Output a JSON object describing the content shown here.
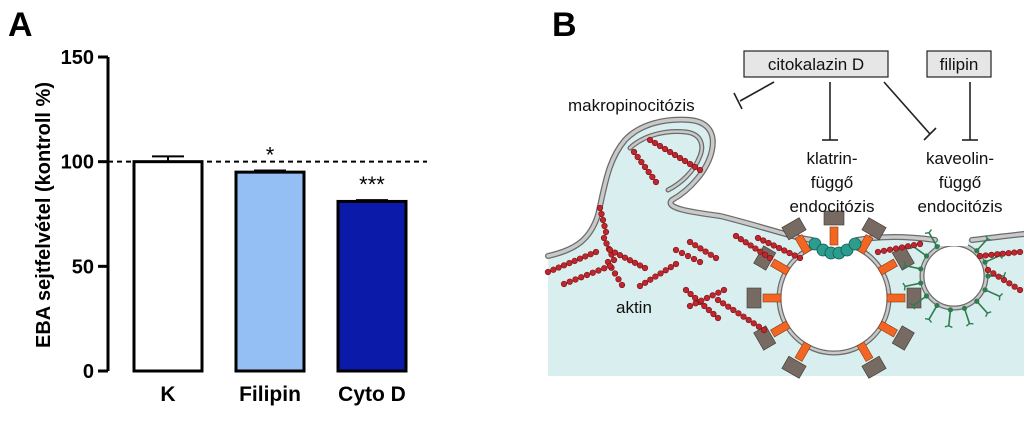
{
  "panel_a_letter": "A",
  "panel_b_letter": "B",
  "chart_data": {
    "type": "bar",
    "title": "",
    "ylabel": "EBA sejtfelvétel (kontroll %)",
    "xlabel": "",
    "ylim": [
      0,
      150
    ],
    "yticks": [
      0,
      50,
      100,
      150
    ],
    "categories": [
      "K",
      "Filipin",
      "Cyto D"
    ],
    "values": [
      100,
      95,
      81
    ],
    "errors": [
      2.5,
      0.8,
      0.6
    ],
    "significance": [
      "",
      "*",
      "***"
    ],
    "reference_line": 100,
    "colors": [
      "#ffffff",
      "#93bff5",
      "#0b1aa8"
    ]
  },
  "diagram": {
    "label_cytochalasin": "citokalazin D",
    "label_filipin": "filipin",
    "label_macropinocytosis": "makropinocitózis",
    "label_clathrin": [
      "klatrin-",
      "függő",
      "endocitózis"
    ],
    "label_caveolin": [
      "kaveolin-",
      "függő",
      "endocitózis"
    ],
    "label_actin": "aktin",
    "colors": {
      "cytoplasm": "#d9efef",
      "membrane": "#b0b0b0",
      "actin": "#c0262d",
      "clathrin": "#f26522",
      "adaptor": "#766a62",
      "dynamin": "#2a9d8f",
      "caveolin": "#2e7d4f",
      "box_fill": "#e6e6e6"
    }
  }
}
